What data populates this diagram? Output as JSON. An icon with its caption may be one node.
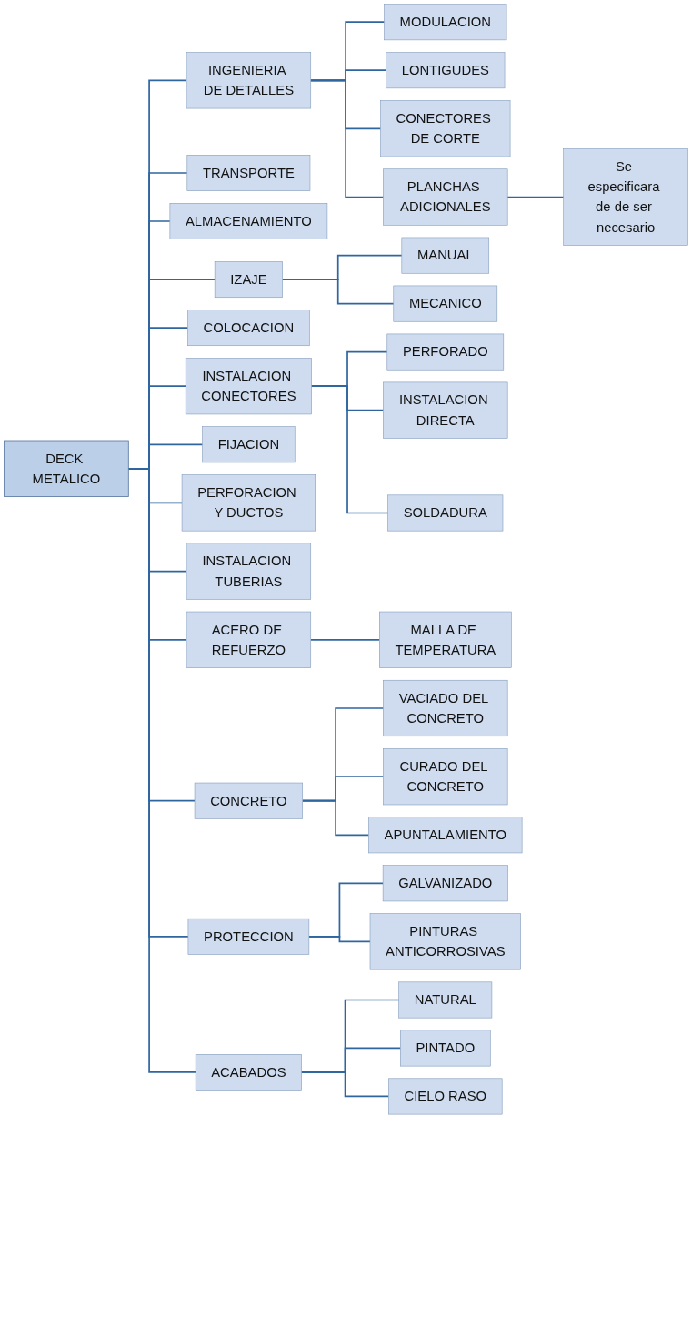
{
  "diagram": {
    "nodes": [
      {
        "text": [
          "DECK METALICO"
        ]
      },
      {
        "text": [
          "INGENIERIA DE DETALLES"
        ]
      },
      {
        "text": [
          "MODULACION"
        ]
      },
      {
        "text": [
          "LONTIGUDES"
        ]
      },
      {
        "text": [
          "CONECTORES DE CORTE"
        ]
      },
      {
        "text": [
          "PLANCHAS ADICIONALES"
        ]
      },
      {
        "text": [
          "Se especificara de de ser necesario"
        ]
      },
      {
        "text": [
          "TRANSPORTE"
        ]
      },
      {
        "text": [
          "ALMACENAMIENTO"
        ]
      },
      {
        "text": [
          "IZAJE"
        ]
      },
      {
        "text": [
          "MANUAL"
        ]
      },
      {
        "text": [
          "MECANICO"
        ]
      },
      {
        "text": [
          "COLOCACION"
        ]
      },
      {
        "text": [
          "INSTALACION CONECTORES"
        ]
      },
      {
        "text": [
          "PERFORADO"
        ]
      },
      {
        "text": [
          "INSTALACION DIRECTA"
        ]
      },
      {
        "text": [
          "SOLDADURA"
        ]
      },
      {
        "text": [
          "FIJACION"
        ]
      },
      {
        "text": [
          "PERFORACION Y DUCTOS"
        ]
      },
      {
        "text": [
          "INSTALACION TUBERIAS"
        ]
      },
      {
        "text": [
          "ACERO DE REFUERZO"
        ]
      },
      {
        "text": [
          "MALLA DE TEMPERATURA"
        ]
      },
      {
        "text": [
          "CONCRETO"
        ]
      },
      {
        "text": [
          "VACIADO DEL CONCRETO"
        ]
      },
      {
        "text": [
          "CURADO DEL CONCRETO"
        ]
      },
      {
        "text": [
          "APUNTALAMIENTO"
        ]
      },
      {
        "text": [
          "PROTECCION"
        ]
      },
      {
        "text": [
          "GALVANIZADO"
        ]
      },
      {
        "text": [
          "PINTURAS ANTICORROSIVAS"
        ]
      },
      {
        "text": [
          "ACABADOS"
        ]
      },
      {
        "text": [
          "NATURAL"
        ]
      },
      {
        "text": [
          "PINTADO"
        ]
      },
      {
        "text": [
          "CIELO RASO"
        ]
      }
    ],
    "edges": [
      {
        "from": 0,
        "to": 1,
        "arrow": "none"
      },
      {
        "from": 1,
        "to": 2,
        "arrow": "none"
      },
      {
        "from": 1,
        "to": 3,
        "arrow": "none"
      },
      {
        "from": 1,
        "to": 4,
        "arrow": "none"
      },
      {
        "from": 1,
        "to": 5,
        "arrow": "none"
      },
      {
        "from": 5,
        "to": 6,
        "arrow": "none"
      },
      {
        "from": 0,
        "to": 7,
        "arrow": "none"
      },
      {
        "from": 0,
        "to": 8,
        "arrow": "none"
      },
      {
        "from": 0,
        "to": 9,
        "arrow": "none"
      },
      {
        "from": 9,
        "to": 10,
        "arrow": "none"
      },
      {
        "from": 9,
        "to": 11,
        "arrow": "none"
      },
      {
        "from": 0,
        "to": 12,
        "arrow": "none"
      },
      {
        "from": 0,
        "to": 13,
        "arrow": "none"
      },
      {
        "from": 13,
        "to": 14,
        "arrow": "none"
      },
      {
        "from": 13,
        "to": 15,
        "arrow": "none"
      },
      {
        "from": 13,
        "to": 16,
        "arrow": "none"
      },
      {
        "from": 0,
        "to": 17,
        "arrow": "none"
      },
      {
        "from": 0,
        "to": 18,
        "arrow": "none"
      },
      {
        "from": 0,
        "to": 19,
        "arrow": "none"
      },
      {
        "from": 0,
        "to": 20,
        "arrow": "none"
      },
      {
        "from": 20,
        "to": 21,
        "arrow": "none"
      },
      {
        "from": 0,
        "to": 22,
        "arrow": "none"
      },
      {
        "from": 22,
        "to": 23,
        "arrow": "none"
      },
      {
        "from": 22,
        "to": 24,
        "arrow": "none"
      },
      {
        "from": 22,
        "to": 25,
        "arrow": "none"
      },
      {
        "from": 0,
        "to": 26,
        "arrow": "none"
      },
      {
        "from": 26,
        "to": 27,
        "arrow": "none"
      },
      {
        "from": 26,
        "to": 28,
        "arrow": "none"
      },
      {
        "from": 0,
        "to": 29,
        "arrow": "none"
      },
      {
        "from": 29,
        "to": 30,
        "arrow": "none"
      },
      {
        "from": 29,
        "to": 31,
        "arrow": "none"
      },
      {
        "from": 29,
        "to": 32,
        "arrow": "none"
      }
    ]
  }
}
